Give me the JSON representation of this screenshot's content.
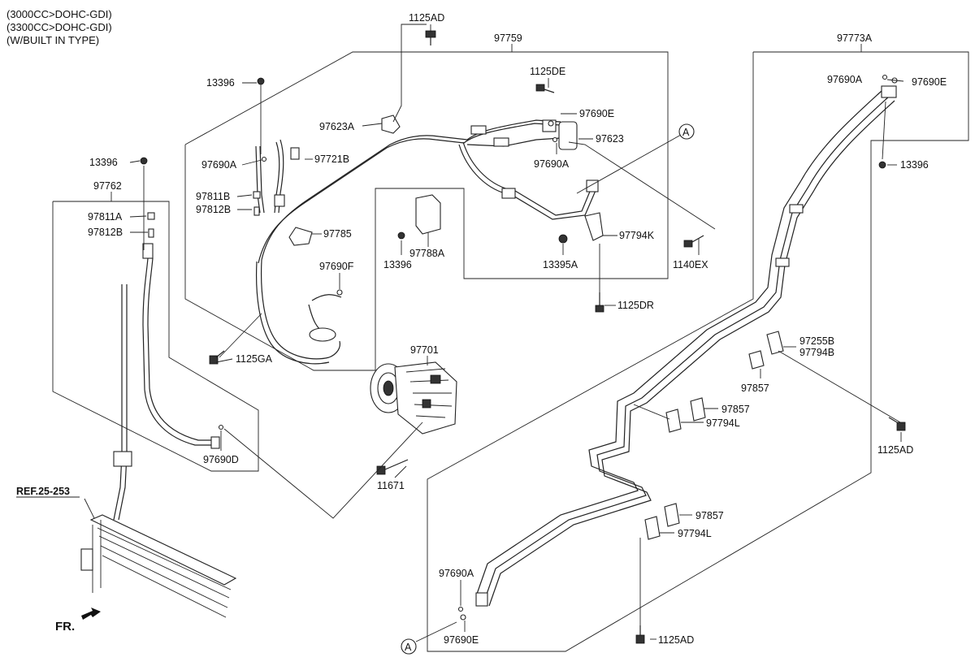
{
  "header": {
    "lines": [
      "(3000CC>DOHC-GDI)",
      "(3300CC>DOHC-GDI)",
      "(W/BUILT IN TYPE)"
    ]
  },
  "assemblies": {
    "discharge_hose_assy": "97759",
    "suction_pipe_assy": "97762",
    "liquid_pipe_assy": "97773A"
  },
  "parts": {
    "bolt_1125AD_top": "1125AD",
    "bolt_1125DE": "1125DE",
    "nut_13396_a": "13396",
    "bracket_97623A": "97623A",
    "oring_97690E_top": "97690E",
    "valve_97623": "97623",
    "oring_97690A_top": "97690A",
    "oring_97690A_left": "97690A",
    "sensor_97721B": "97721B",
    "cap_97811B": "97811B",
    "core_97812B": "97812B",
    "nut_13396_b": "13396",
    "cap_97811A": "97811A",
    "core_97812B_b": "97812B",
    "clamp_97785": "97785",
    "muffler_97788A": "97788A",
    "nut_13396_c": "13396",
    "nut_13395A": "13395A",
    "bracket_97794K": "97794K",
    "bolt_1140EX": "1140EX",
    "oring_97690F": "97690F",
    "bolt_1125DR": "1125DR",
    "bolt_1125GA": "1125GA",
    "compressor_97701": "97701",
    "oring_97690D": "97690D",
    "bolt_11671": "11671",
    "oring_97690A_r": "97690A",
    "oring_97690E_r": "97690E",
    "nut_13396_r": "13396",
    "bracket_97255B": "97255B",
    "bracket_97794B": "97794B",
    "clip_97857_a": "97857",
    "clip_97857_b": "97857",
    "clip_97794L_a": "97794L",
    "bolt_1125AD_r": "1125AD",
    "clip_97857_c": "97857",
    "clip_97794L_b": "97794L",
    "oring_97690A_bottom": "97690A",
    "oring_97690E_bottom": "97690E",
    "bolt_1125AD_bottom": "1125AD"
  },
  "references": {
    "ref_label": "REF.25-253",
    "connector_A_top": "A",
    "connector_A_bottom": "A",
    "front_label": "FR."
  }
}
